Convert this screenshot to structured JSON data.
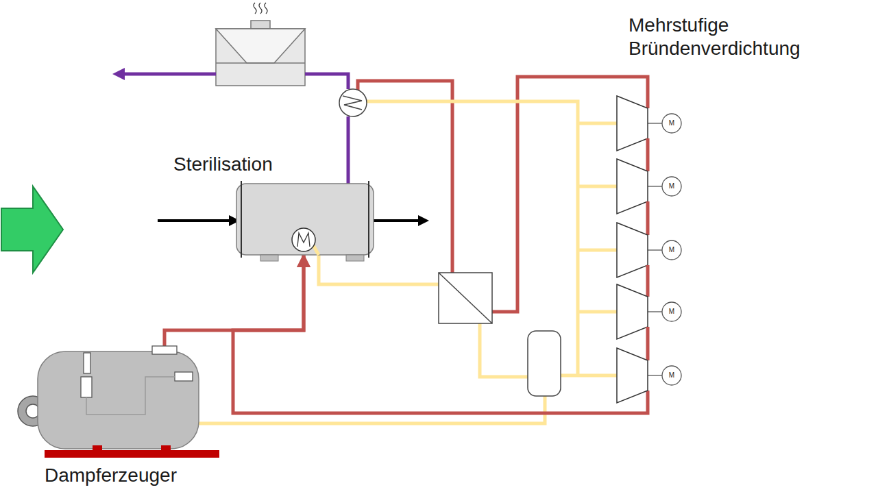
{
  "diagram": {
    "nodes": [
      {
        "text": [
          "Mehrstufige Bründenverdichtung"
        ]
      },
      {
        "text": [
          "Sterilisation"
        ]
      },
      {
        "text": [
          "Dampferzeuger"
        ]
      }
    ],
    "edges": [
      {
        "from": 2,
        "to": 1,
        "arrow": "to"
      },
      {
        "from": 0,
        "to": 1,
        "arrow": "to"
      }
    ],
    "labels": [
      "M",
      "M",
      "M",
      "M",
      "M"
    ]
  }
}
